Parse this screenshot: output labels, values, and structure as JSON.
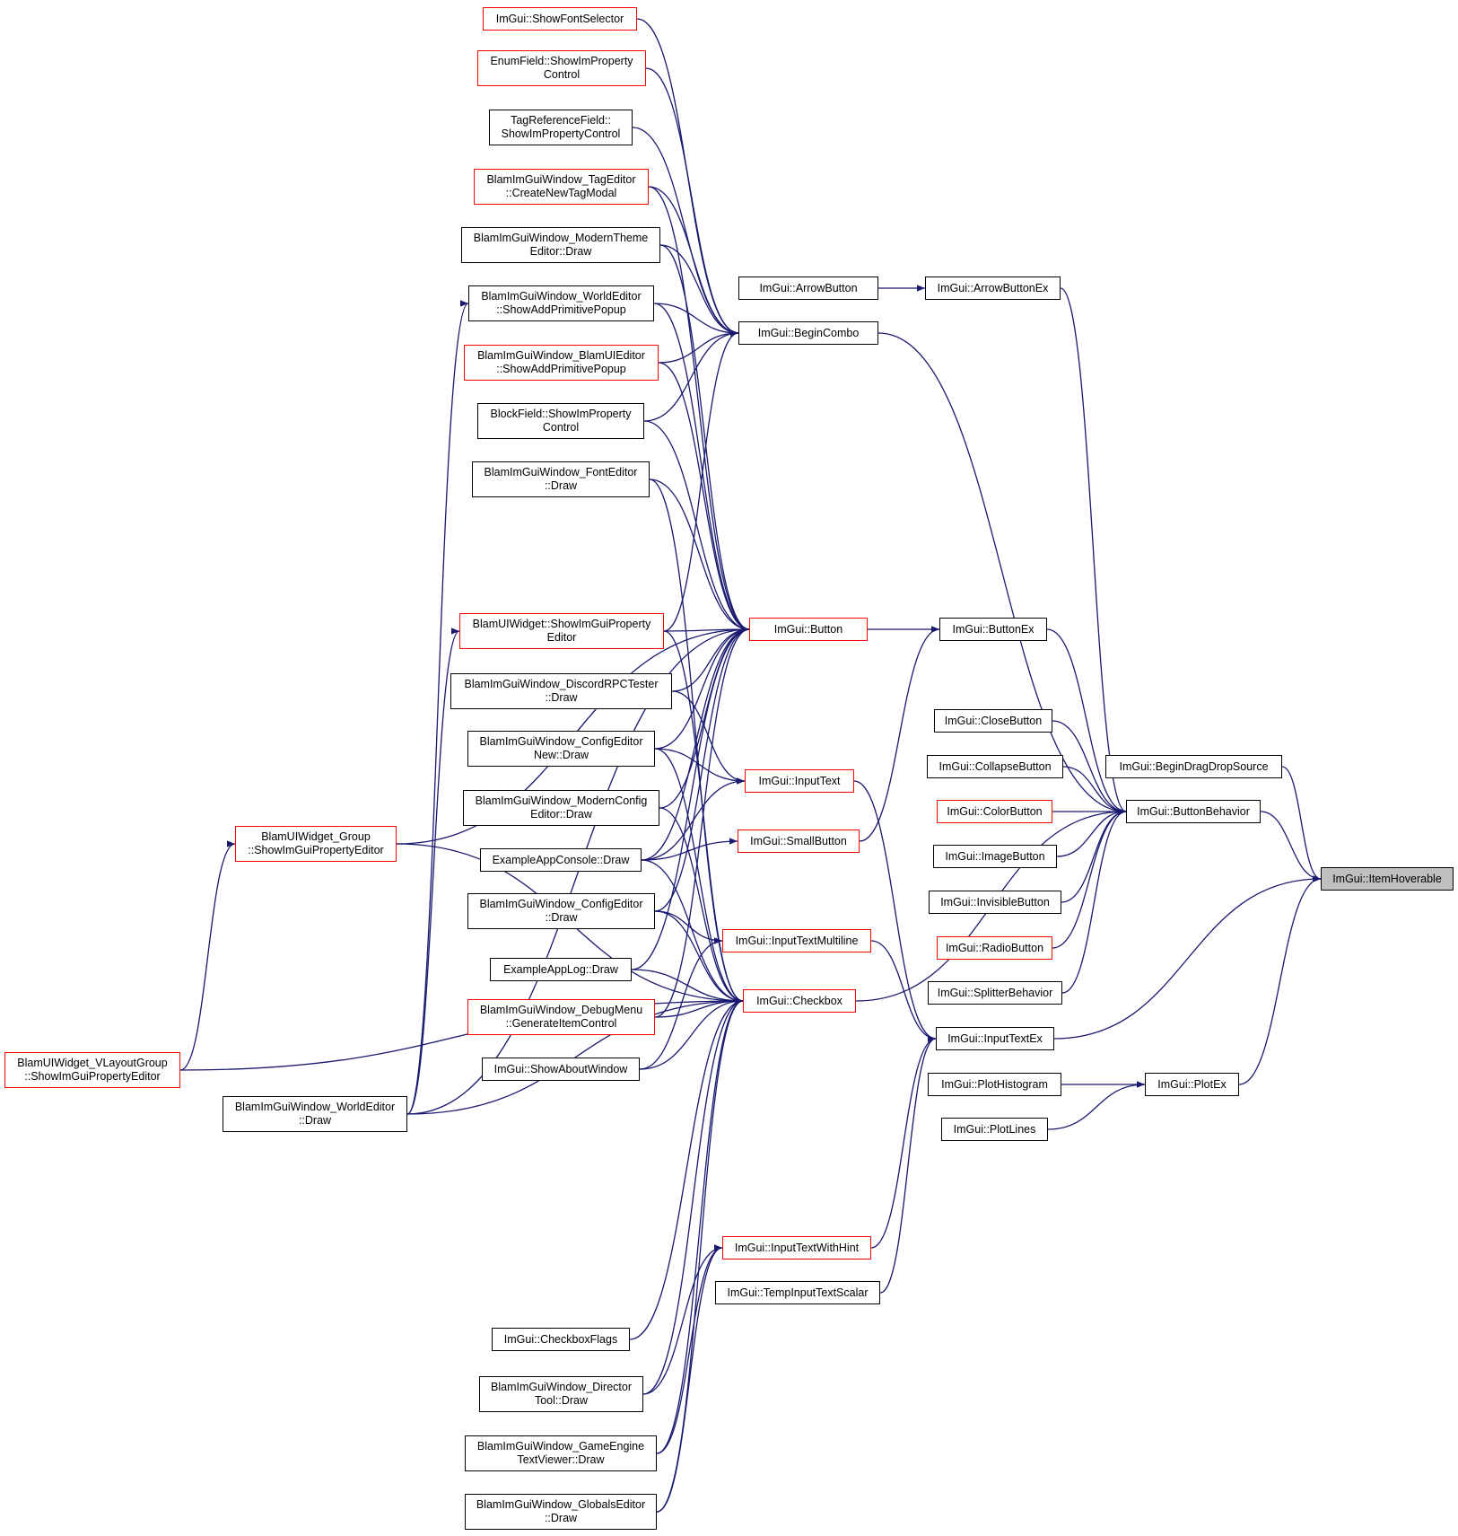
{
  "colors": {
    "edge": "#191970",
    "node_border": "#000000",
    "node_border_truncated": "#ff0000",
    "target_fill": "#bfbfbf",
    "background": "#ffffff"
  },
  "nodes": [
    {
      "id": "ShowFontSelector",
      "lines": [
        "ImGui::ShowFontSelector"
      ],
      "red": true
    },
    {
      "id": "EnumField",
      "lines": [
        "EnumField::ShowImProperty",
        "Control"
      ],
      "red": true
    },
    {
      "id": "TagReferenceField",
      "lines": [
        "TagReferenceField::",
        "ShowImPropertyControl"
      ],
      "red": false
    },
    {
      "id": "TagEditor",
      "lines": [
        "BlamImGuiWindow_TagEditor",
        "::CreateNewTagModal"
      ],
      "red": true
    },
    {
      "id": "ModernTheme",
      "lines": [
        "BlamImGuiWindow_ModernTheme",
        "Editor::Draw"
      ],
      "red": false
    },
    {
      "id": "WorldEditorPopup",
      "lines": [
        "BlamImGuiWindow_WorldEditor",
        "::ShowAddPrimitivePopup"
      ],
      "red": false
    },
    {
      "id": "BlamUIEditorPopup",
      "lines": [
        "BlamImGuiWindow_BlamUIEditor",
        "::ShowAddPrimitivePopup"
      ],
      "red": true
    },
    {
      "id": "BlockField",
      "lines": [
        "BlockField::ShowImProperty",
        "Control"
      ],
      "red": false
    },
    {
      "id": "FontEditor",
      "lines": [
        "BlamImGuiWindow_FontEditor",
        "::Draw"
      ],
      "red": false
    },
    {
      "id": "BlamUIWidget",
      "lines": [
        "BlamUIWidget::ShowImGuiProperty",
        "Editor"
      ],
      "red": true
    },
    {
      "id": "DiscordRPC",
      "lines": [
        "BlamImGuiWindow_DiscordRPCTester",
        "::Draw"
      ],
      "red": false
    },
    {
      "id": "ConfigEditorNew",
      "lines": [
        "BlamImGuiWindow_ConfigEditor",
        "New::Draw"
      ],
      "red": false
    },
    {
      "id": "ModernConfig",
      "lines": [
        "BlamImGuiWindow_ModernConfig",
        "Editor::Draw"
      ],
      "red": false
    },
    {
      "id": "AppConsole",
      "lines": [
        "ExampleAppConsole::Draw"
      ],
      "red": false
    },
    {
      "id": "ConfigEditor",
      "lines": [
        "BlamImGuiWindow_ConfigEditor",
        "::Draw"
      ],
      "red": false
    },
    {
      "id": "AppLog",
      "lines": [
        "ExampleAppLog::Draw"
      ],
      "red": false
    },
    {
      "id": "DebugMenu",
      "lines": [
        "BlamImGuiWindow_DebugMenu",
        "::GenerateItemControl"
      ],
      "red": true
    },
    {
      "id": "ShowAbout",
      "lines": [
        "ImGui::ShowAboutWindow"
      ],
      "red": false
    },
    {
      "id": "WorldEditorDraw",
      "lines": [
        "BlamImGuiWindow_WorldEditor",
        "::Draw"
      ],
      "red": false
    },
    {
      "id": "GroupEditor",
      "lines": [
        "BlamUIWidget_Group",
        "::ShowImGuiPropertyEditor"
      ],
      "red": true
    },
    {
      "id": "VLayoutEditor",
      "lines": [
        "BlamUIWidget_VLayoutGroup",
        "::ShowImGuiPropertyEditor"
      ],
      "red": true
    },
    {
      "id": "CheckboxFlags",
      "lines": [
        "ImGui::CheckboxFlags"
      ],
      "red": false
    },
    {
      "id": "DirectorTool",
      "lines": [
        "BlamImGuiWindow_Director",
        "Tool::Draw"
      ],
      "red": false
    },
    {
      "id": "GameEngineText",
      "lines": [
        "BlamImGuiWindow_GameEngine",
        "TextViewer::Draw"
      ],
      "red": false
    },
    {
      "id": "GlobalsEditor",
      "lines": [
        "BlamImGuiWindow_GlobalsEditor",
        "::Draw"
      ],
      "red": false
    },
    {
      "id": "ArrowButton",
      "lines": [
        "ImGui::ArrowButton"
      ],
      "red": false
    },
    {
      "id": "BeginCombo",
      "lines": [
        "ImGui::BeginCombo"
      ],
      "red": false
    },
    {
      "id": "Button",
      "lines": [
        "ImGui::Button"
      ],
      "red": true
    },
    {
      "id": "InputText",
      "lines": [
        "ImGui::InputText"
      ],
      "red": true
    },
    {
      "id": "SmallButton",
      "lines": [
        "ImGui::SmallButton"
      ],
      "red": true
    },
    {
      "id": "InputTextMultiline",
      "lines": [
        "ImGui::InputTextMultiline"
      ],
      "red": true
    },
    {
      "id": "Checkbox",
      "lines": [
        "ImGui::Checkbox"
      ],
      "red": true
    },
    {
      "id": "InputTextWithHint",
      "lines": [
        "ImGui::InputTextWithHint"
      ],
      "red": true
    },
    {
      "id": "TempInputTextScalar",
      "lines": [
        "ImGui::TempInputTextScalar"
      ],
      "red": false
    },
    {
      "id": "ArrowButtonEx",
      "lines": [
        "ImGui::ArrowButtonEx"
      ],
      "red": false
    },
    {
      "id": "ButtonEx",
      "lines": [
        "ImGui::ButtonEx"
      ],
      "red": false
    },
    {
      "id": "CloseButton",
      "lines": [
        "ImGui::CloseButton"
      ],
      "red": false
    },
    {
      "id": "CollapseButton",
      "lines": [
        "ImGui::CollapseButton"
      ],
      "red": false
    },
    {
      "id": "ColorButton",
      "lines": [
        "ImGui::ColorButton"
      ],
      "red": true
    },
    {
      "id": "ImageButton",
      "lines": [
        "ImGui::ImageButton"
      ],
      "red": false
    },
    {
      "id": "InvisibleButton",
      "lines": [
        "ImGui::InvisibleButton"
      ],
      "red": false
    },
    {
      "id": "RadioButton",
      "lines": [
        "ImGui::RadioButton"
      ],
      "red": true
    },
    {
      "id": "SplitterBehavior",
      "lines": [
        "ImGui::SplitterBehavior"
      ],
      "red": false
    },
    {
      "id": "InputTextEx",
      "lines": [
        "ImGui::InputTextEx"
      ],
      "red": false
    },
    {
      "id": "PlotHistogram",
      "lines": [
        "ImGui::PlotHistogram"
      ],
      "red": false
    },
    {
      "id": "PlotLines",
      "lines": [
        "ImGui::PlotLines"
      ],
      "red": false
    },
    {
      "id": "BeginDragDropSource",
      "lines": [
        "ImGui::BeginDragDropSource"
      ],
      "red": false
    },
    {
      "id": "ButtonBehavior",
      "lines": [
        "ImGui::ButtonBehavior"
      ],
      "red": false
    },
    {
      "id": "PlotEx",
      "lines": [
        "ImGui::PlotEx"
      ],
      "red": false
    },
    {
      "id": "ItemHoverable",
      "lines": [
        "ImGui::ItemHoverable"
      ],
      "red": false,
      "target": true
    }
  ],
  "edges": [
    [
      "ShowFontSelector",
      "BeginCombo"
    ],
    [
      "EnumField",
      "BeginCombo"
    ],
    [
      "TagReferenceField",
      "BeginCombo"
    ],
    [
      "TagEditor",
      "BeginCombo"
    ],
    [
      "TagEditor",
      "Button"
    ],
    [
      "ModernTheme",
      "BeginCombo"
    ],
    [
      "ModernTheme",
      "Button"
    ],
    [
      "WorldEditorPopup",
      "BeginCombo"
    ],
    [
      "WorldEditorPopup",
      "Button"
    ],
    [
      "BlamUIEditorPopup",
      "BeginCombo"
    ],
    [
      "BlamUIEditorPopup",
      "Button"
    ],
    [
      "BlockField",
      "BeginCombo"
    ],
    [
      "BlockField",
      "Button"
    ],
    [
      "FontEditor",
      "Button"
    ],
    [
      "FontEditor",
      "Checkbox"
    ],
    [
      "BlamUIWidget",
      "BeginCombo"
    ],
    [
      "BlamUIWidget",
      "Button"
    ],
    [
      "BlamUIWidget",
      "Checkbox"
    ],
    [
      "DiscordRPC",
      "Button"
    ],
    [
      "DiscordRPC",
      "InputText"
    ],
    [
      "ConfigEditorNew",
      "Button"
    ],
    [
      "ConfigEditorNew",
      "InputText"
    ],
    [
      "ConfigEditorNew",
      "Checkbox"
    ],
    [
      "ModernConfig",
      "Button"
    ],
    [
      "ModernConfig",
      "Checkbox"
    ],
    [
      "AppConsole",
      "Button"
    ],
    [
      "AppConsole",
      "InputText"
    ],
    [
      "AppConsole",
      "SmallButton"
    ],
    [
      "AppConsole",
      "Checkbox"
    ],
    [
      "ConfigEditor",
      "Button"
    ],
    [
      "ConfigEditor",
      "InputTextMultiline"
    ],
    [
      "ConfigEditor",
      "Checkbox"
    ],
    [
      "AppLog",
      "Button"
    ],
    [
      "AppLog",
      "Checkbox"
    ],
    [
      "DebugMenu",
      "Button"
    ],
    [
      "DebugMenu",
      "Checkbox"
    ],
    [
      "ShowAbout",
      "InputTextMultiline"
    ],
    [
      "ShowAbout",
      "Checkbox"
    ],
    [
      "WorldEditorDraw",
      "WorldEditorPopup"
    ],
    [
      "WorldEditorDraw",
      "BlamUIWidget"
    ],
    [
      "WorldEditorDraw",
      "Button"
    ],
    [
      "WorldEditorDraw",
      "Checkbox"
    ],
    [
      "GroupEditor",
      "Button"
    ],
    [
      "GroupEditor",
      "Checkbox"
    ],
    [
      "VLayoutEditor",
      "GroupEditor"
    ],
    [
      "VLayoutEditor",
      "Checkbox"
    ],
    [
      "CheckboxFlags",
      "Checkbox"
    ],
    [
      "DirectorTool",
      "Checkbox"
    ],
    [
      "DirectorTool",
      "InputTextWithHint"
    ],
    [
      "GameEngineText",
      "Checkbox"
    ],
    [
      "GameEngineText",
      "InputTextWithHint"
    ],
    [
      "GlobalsEditor",
      "Checkbox"
    ],
    [
      "GlobalsEditor",
      "InputTextWithHint"
    ],
    [
      "ArrowButton",
      "ArrowButtonEx"
    ],
    [
      "Button",
      "ButtonEx"
    ],
    [
      "Checkbox",
      "ButtonBehavior"
    ],
    [
      "InputText",
      "InputTextEx"
    ],
    [
      "InputTextMultiline",
      "InputTextEx"
    ],
    [
      "InputTextWithHint",
      "InputTextEx"
    ],
    [
      "TempInputTextScalar",
      "InputTextEx"
    ],
    [
      "SmallButton",
      "ButtonEx"
    ],
    [
      "BeginCombo",
      "ButtonBehavior"
    ],
    [
      "ArrowButtonEx",
      "ButtonBehavior"
    ],
    [
      "ButtonEx",
      "ButtonBehavior"
    ],
    [
      "CloseButton",
      "ButtonBehavior"
    ],
    [
      "CollapseButton",
      "ButtonBehavior"
    ],
    [
      "ColorButton",
      "ButtonBehavior"
    ],
    [
      "ImageButton",
      "ButtonBehavior"
    ],
    [
      "InvisibleButton",
      "ButtonBehavior"
    ],
    [
      "RadioButton",
      "ButtonBehavior"
    ],
    [
      "SplitterBehavior",
      "ButtonBehavior"
    ],
    [
      "InputTextEx",
      "ItemHoverable"
    ],
    [
      "PlotHistogram",
      "PlotEx"
    ],
    [
      "PlotLines",
      "PlotEx"
    ],
    [
      "BeginDragDropSource",
      "ItemHoverable"
    ],
    [
      "ButtonBehavior",
      "ItemHoverable"
    ],
    [
      "PlotEx",
      "ItemHoverable"
    ]
  ]
}
